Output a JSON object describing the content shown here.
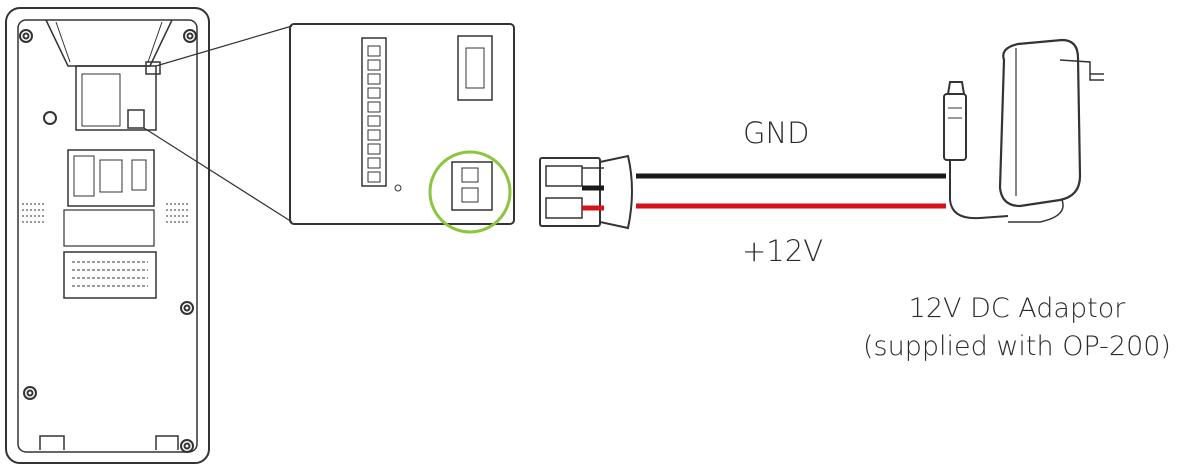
{
  "labels": {
    "gnd": "GND",
    "plus12v": "+12V",
    "adaptor_line1": "12V DC Adaptor",
    "adaptor_line2": "(supplied with OP-200)"
  },
  "colors": {
    "gnd_wire": "#1a1a1a",
    "power_wire": "#d8121b",
    "highlight_circle": "#8cc63f",
    "outline": "#333333"
  }
}
